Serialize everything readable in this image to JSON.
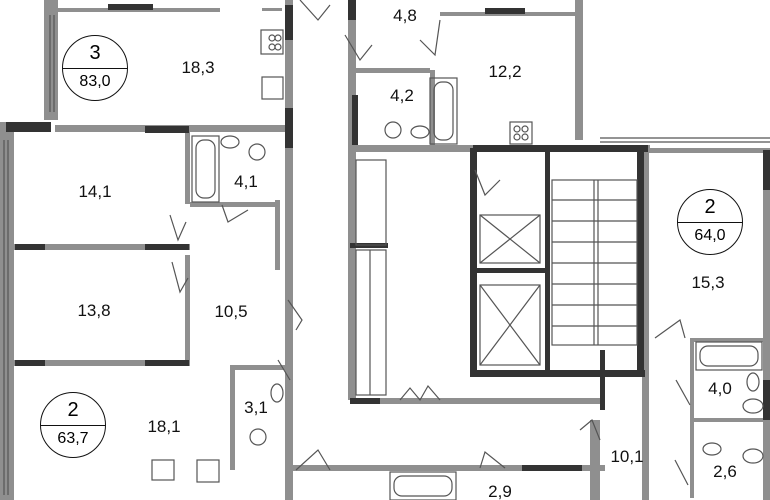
{
  "apartments": [
    {
      "rooms": "3",
      "area": "83,0"
    },
    {
      "rooms": "2",
      "area": "63,7"
    },
    {
      "rooms": "2",
      "area": "64,0"
    }
  ],
  "room_areas": [
    "4,8",
    "4,2",
    "12,2",
    "18,3",
    "14,1",
    "4,1",
    "13,8",
    "10,5",
    "18,1",
    "3,1",
    "15,3",
    "4,0",
    "10,1",
    "2,6",
    "2,9"
  ],
  "colors": {
    "wall": "#8f8f8f",
    "bearing_wall": "#333333",
    "fixture": "#555555"
  }
}
